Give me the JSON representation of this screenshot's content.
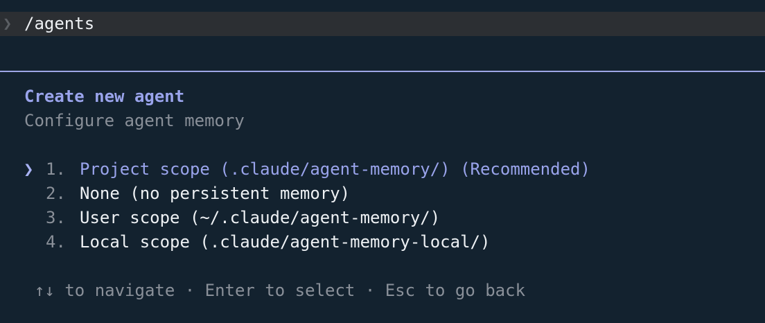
{
  "prompt": {
    "glyph": "❯",
    "command": "/agents"
  },
  "dialog": {
    "title": "Create new agent",
    "subtitle": "Configure agent memory",
    "cursor": "❯",
    "options": [
      {
        "number": "1.",
        "label": "Project scope (.claude/agent-memory/) (Recommended)",
        "selected": true
      },
      {
        "number": "2.",
        "label": "None (no persistent memory)",
        "selected": false
      },
      {
        "number": "3.",
        "label": "User scope (~/.claude/agent-memory/)",
        "selected": false
      },
      {
        "number": "4.",
        "label": "Local scope (.claude/agent-memory-local/)",
        "selected": false
      }
    ],
    "hint": "↑↓ to navigate · Enter to select · Esc to go back"
  },
  "colors": {
    "background": "#13222f",
    "accent": "#9aa4ec",
    "muted": "#8a9099",
    "text": "#eef1f4",
    "prompt_bar": "#2c2f33"
  }
}
